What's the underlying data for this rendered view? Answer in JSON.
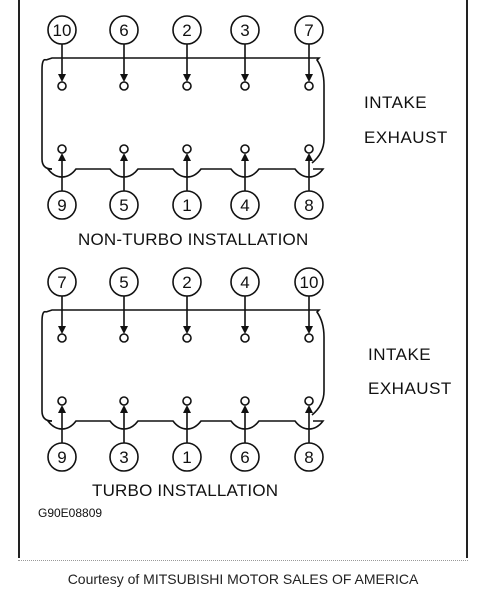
{
  "diagrams": [
    {
      "id": "non-turbo",
      "caption": "NON-TURBO INSTALLATION",
      "intake_label": "INTAKE",
      "exhaust_label": "EXHAUST",
      "top_numbers": [
        "10",
        "6",
        "2",
        "3",
        "7"
      ],
      "bottom_numbers": [
        "9",
        "5",
        "1",
        "4",
        "8"
      ]
    },
    {
      "id": "turbo",
      "caption": "TURBO INSTALLATION",
      "intake_label": "INTAKE",
      "exhaust_label": "EXHAUST",
      "top_numbers": [
        "7",
        "5",
        "2",
        "4",
        "10"
      ],
      "bottom_numbers": [
        "9",
        "3",
        "1",
        "6",
        "8"
      ]
    }
  ],
  "figure_code": "G90E08809",
  "courtesy": "Courtesy of MITSUBISHI MOTOR SALES OF AMERICA"
}
